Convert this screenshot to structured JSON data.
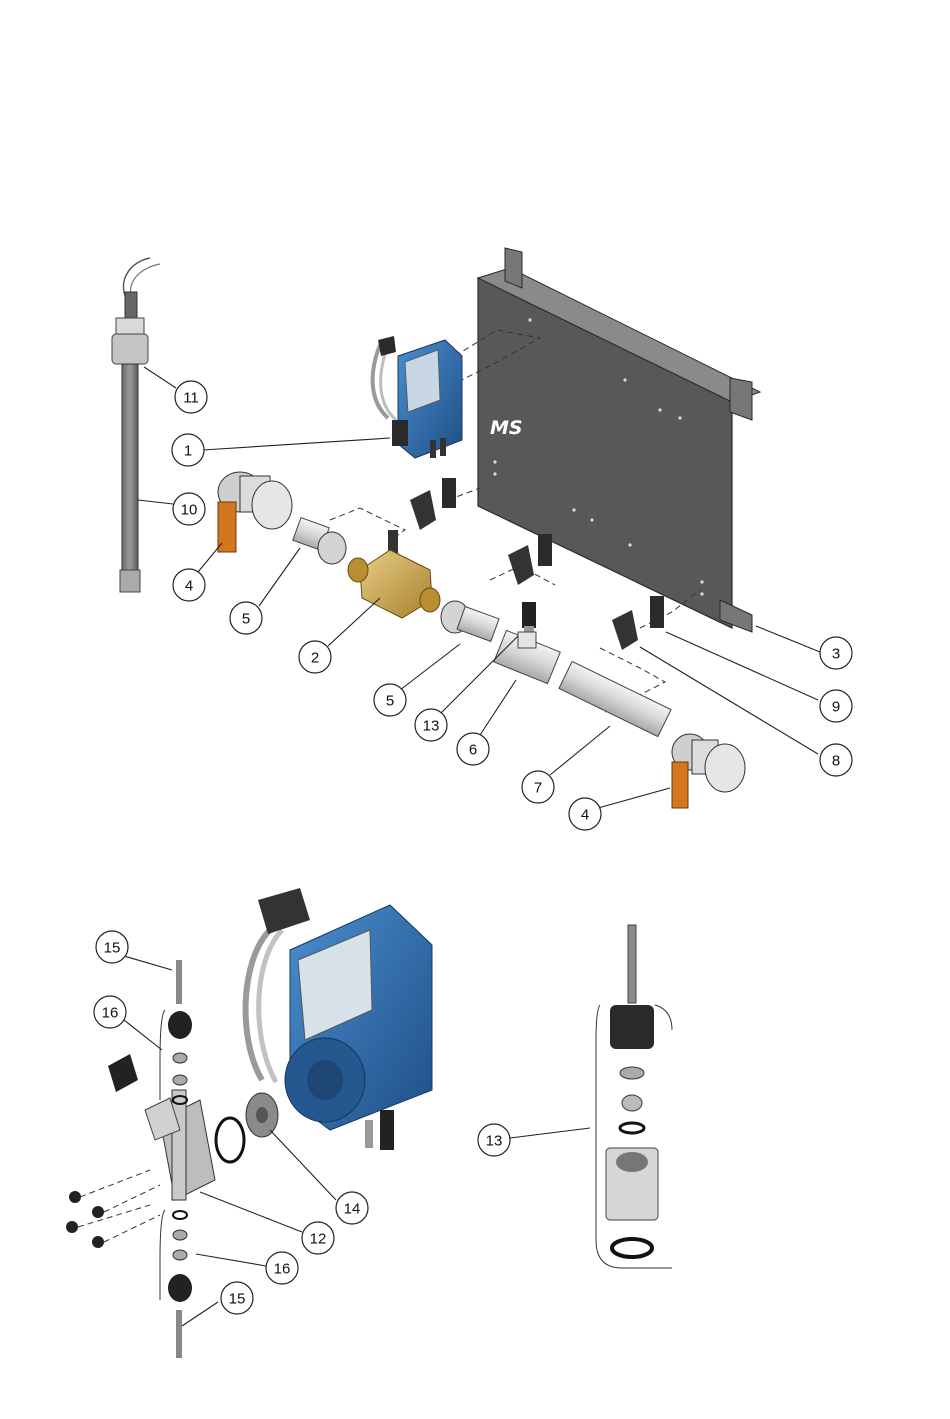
{
  "brand_logo": "MS",
  "callouts": {
    "c11": "11",
    "c1": "1",
    "c10": "10",
    "c4a": "4",
    "c5a": "5",
    "c2": "2",
    "c5b": "5",
    "c13a": "13",
    "c6": "6",
    "c7": "7",
    "c4b": "4",
    "c3": "3",
    "c9": "9",
    "c8": "8",
    "c15a": "15",
    "c16a": "16",
    "c14": "14",
    "c12": "12",
    "c16b": "16",
    "c15b": "15",
    "c13b": "13"
  },
  "colors": {
    "panel": "#58585a",
    "pump_blue": "#2f6fae",
    "valve_orange": "#d2771f",
    "brass": "#c8a24a",
    "pvc_gray": "#d9d9d9",
    "dark_part": "#222222"
  }
}
